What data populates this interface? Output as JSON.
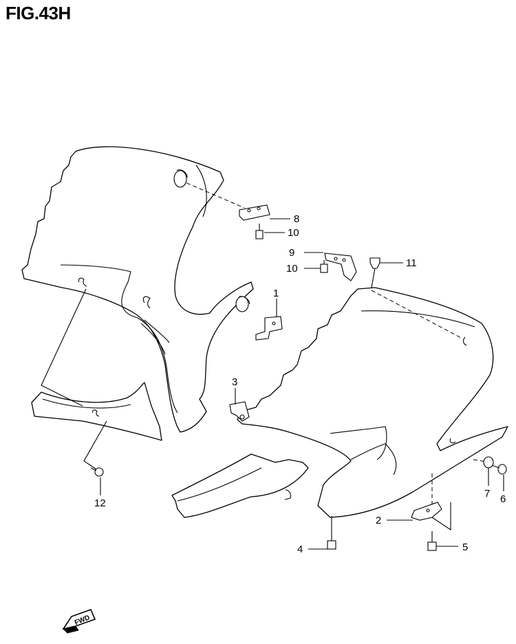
{
  "title": "FIG.43H",
  "callouts": [
    {
      "id": "1",
      "label": "1"
    },
    {
      "id": "2",
      "label": "2"
    },
    {
      "id": "3",
      "label": "3"
    },
    {
      "id": "4",
      "label": "4"
    },
    {
      "id": "5",
      "label": "5"
    },
    {
      "id": "6",
      "label": "6"
    },
    {
      "id": "7",
      "label": "7"
    },
    {
      "id": "8",
      "label": "8"
    },
    {
      "id": "9",
      "label": "9"
    },
    {
      "id": "10a",
      "label": "10"
    },
    {
      "id": "10b",
      "label": "10"
    },
    {
      "id": "11",
      "label": "11"
    },
    {
      "id": "12",
      "label": "12"
    }
  ],
  "direction_marker": {
    "text": "FWD",
    "icon": "forward-arrow-icon"
  }
}
